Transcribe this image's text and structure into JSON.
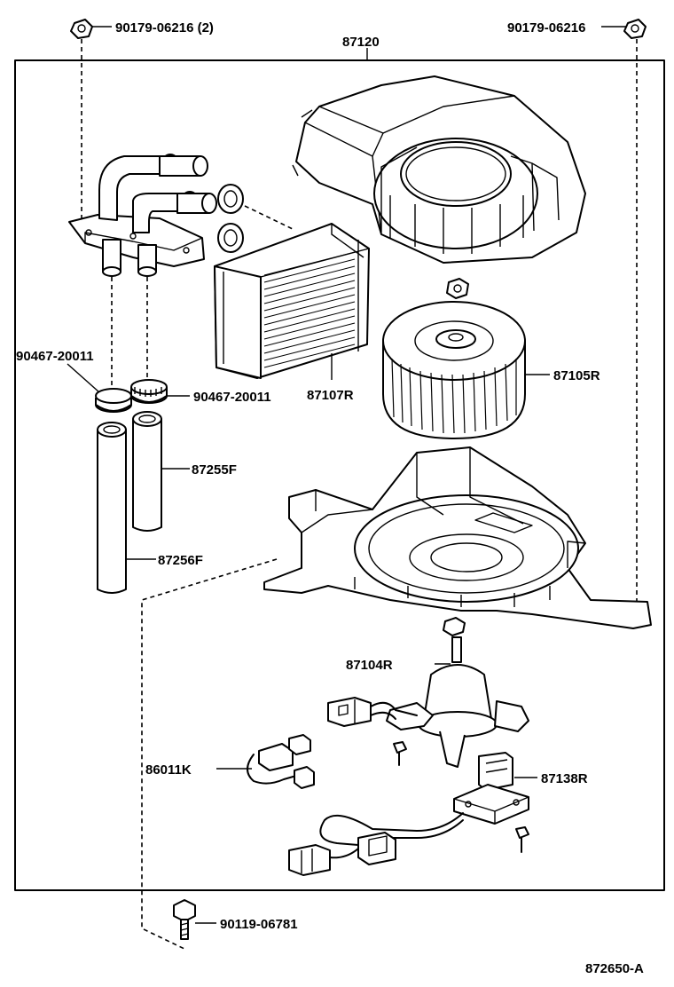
{
  "diagram_id": "872650-A",
  "callouts": {
    "nut_left": "90179-06216 (2)",
    "nut_right": "90179-06216",
    "assembly": "87120",
    "clamp_left": "90467-20011",
    "clamp_right": "90467-20011",
    "heater_core": "87107R",
    "fan": "87105R",
    "hose_short": "87255F",
    "hose_long": "87256F",
    "motor": "87104R",
    "wire": "86011K",
    "resistor": "87138R",
    "bolt": "90119-06781"
  }
}
